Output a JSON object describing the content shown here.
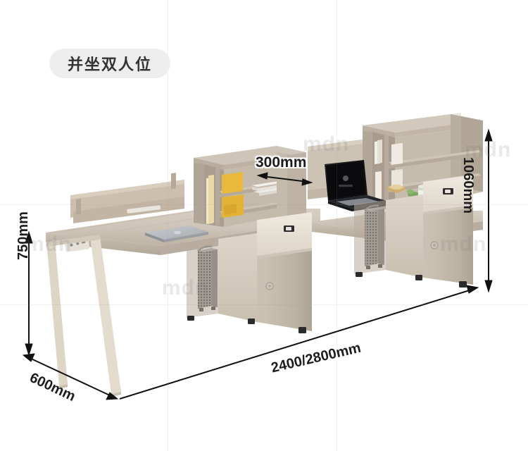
{
  "badge": {
    "label": "并坐双人位"
  },
  "dimensions": {
    "shelf_depth": "300mm",
    "overall_height": "1060mm",
    "desk_height": "750mm",
    "desk_depth": "600mm",
    "overall_width": "2400/2800mm"
  },
  "watermark": {
    "text": "mdn"
  },
  "colors": {
    "badge_bg": "#eeeeee",
    "badge_text": "#333333",
    "dimension_text": "#1d1d1d",
    "wood_light": "#cfc6ba",
    "wood_mid": "#b6ab9c",
    "wood_dark": "#9c9081",
    "panel_beige": "#d8cec2",
    "panel_cream": "#e8e1d6",
    "leg_cream": "#ddd5c6",
    "background": "#ffffff",
    "book_yellow": "#e8b93a",
    "laptop_dark": "#1a1a1a",
    "laptop_silver": "#b9bcc0",
    "plant_green": "#7da860",
    "foot_dark": "#2b2b2b"
  },
  "scene": {
    "title": "two-person side-by-side office workstation",
    "objects": [
      "left-desk-surface",
      "left-back-panel",
      "left-power-outlet",
      "left-silver-laptop",
      "left-hutch-shelf",
      "hutch-books-yellow",
      "hutch-books-white",
      "left-pedestal-cabinet",
      "left-cpu-holder",
      "left-drawer",
      "right-desk-surface",
      "right-hutch-shelf",
      "right-hutch-books",
      "right-dark-laptop",
      "desk-plant",
      "desk-canister",
      "desk-basket",
      "right-pedestal-cabinet",
      "right-cpu-holder",
      "right-drawer",
      "a-frame-legs"
    ]
  }
}
